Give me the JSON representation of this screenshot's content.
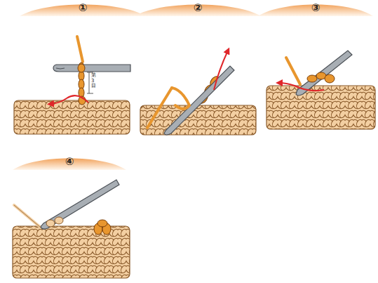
{
  "diagram": {
    "nodes": [
      {
        "text": [
          "①"
        ]
      },
      {
        "text": [
          "②"
        ]
      },
      {
        "text": [
          "③"
        ]
      },
      {
        "text": [
          "④"
        ]
      }
    ],
    "labels": [
      "第3目"
    ]
  }
}
